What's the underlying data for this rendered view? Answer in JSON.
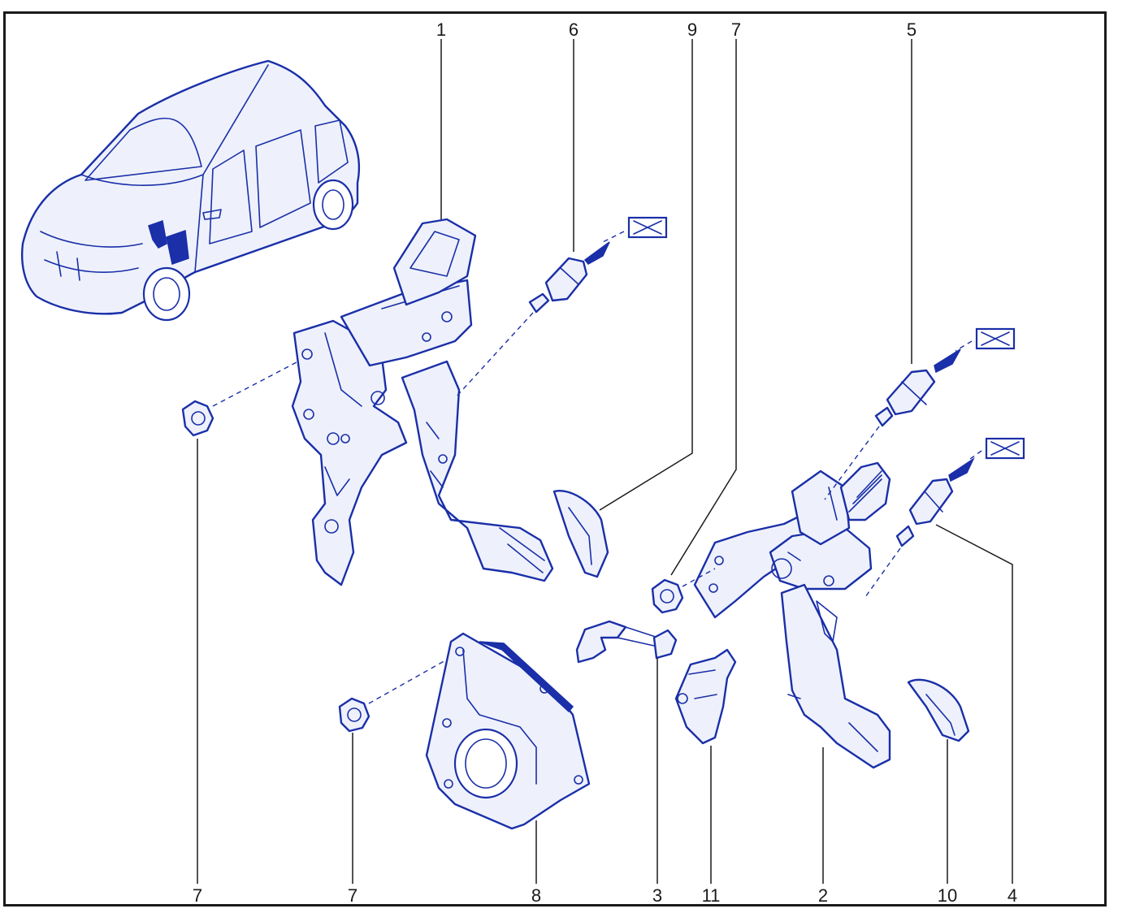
{
  "diagram": {
    "line_color": "#1a2fa8",
    "frame_color": "#1a1a1a",
    "callouts_top": [
      {
        "id": "c1",
        "label": "1"
      },
      {
        "id": "c6",
        "label": "6"
      },
      {
        "id": "c9",
        "label": "9"
      },
      {
        "id": "c7t",
        "label": "7"
      },
      {
        "id": "c5",
        "label": "5"
      }
    ],
    "callouts_bottom": [
      {
        "id": "b7a",
        "label": "7"
      },
      {
        "id": "b7b",
        "label": "7"
      },
      {
        "id": "b8",
        "label": "8"
      },
      {
        "id": "b3",
        "label": "3"
      },
      {
        "id": "b11",
        "label": "11"
      },
      {
        "id": "b2",
        "label": "2"
      },
      {
        "id": "b10",
        "label": "10"
      },
      {
        "id": "b4",
        "label": "4"
      }
    ]
  }
}
